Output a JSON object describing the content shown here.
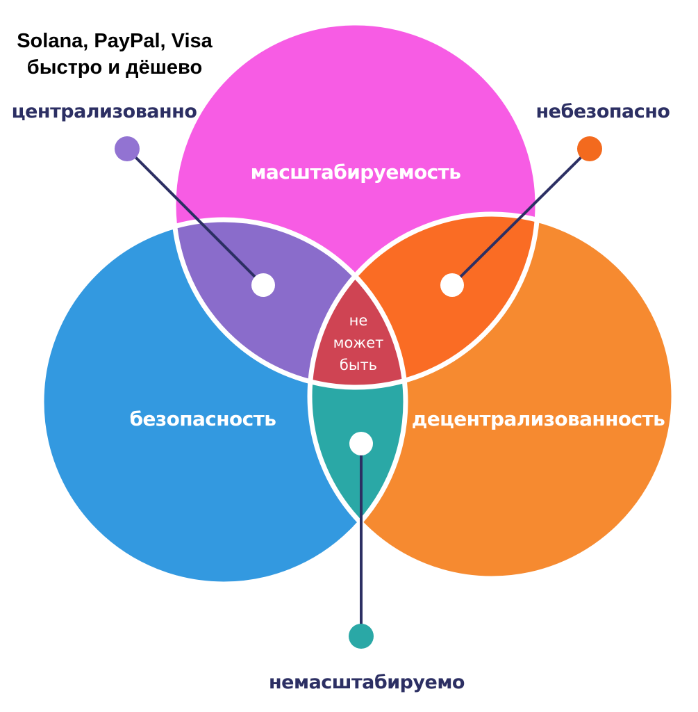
{
  "note": {
    "line1": "Solana, PayPal, Visa",
    "line2": "быстро и дёшево"
  },
  "circles": {
    "top": {
      "label": "масштабируемость",
      "color": "#f75ce4"
    },
    "left": {
      "label": "безопасность",
      "color": "#3399e0"
    },
    "right": {
      "label": "децентрализованность",
      "color": "#f68a30"
    }
  },
  "intersections": {
    "top_left": {
      "color": "#8a6ccb"
    },
    "top_right": {
      "color": "#fa6c24"
    },
    "left_right": {
      "color": "#2aa8a6"
    },
    "center": {
      "color": "#cf4453",
      "line1": "не",
      "line2": "может",
      "line3": "быть"
    }
  },
  "callouts": {
    "top_left": {
      "label": "централизованно",
      "dot_color": "#9273d2"
    },
    "top_right": {
      "label": "небезопасно",
      "dot_color": "#f36a1e"
    },
    "bottom": {
      "label": "немасштабируемо",
      "dot_color": "#2aa8a6"
    }
  },
  "line_color": "#2c2f63"
}
